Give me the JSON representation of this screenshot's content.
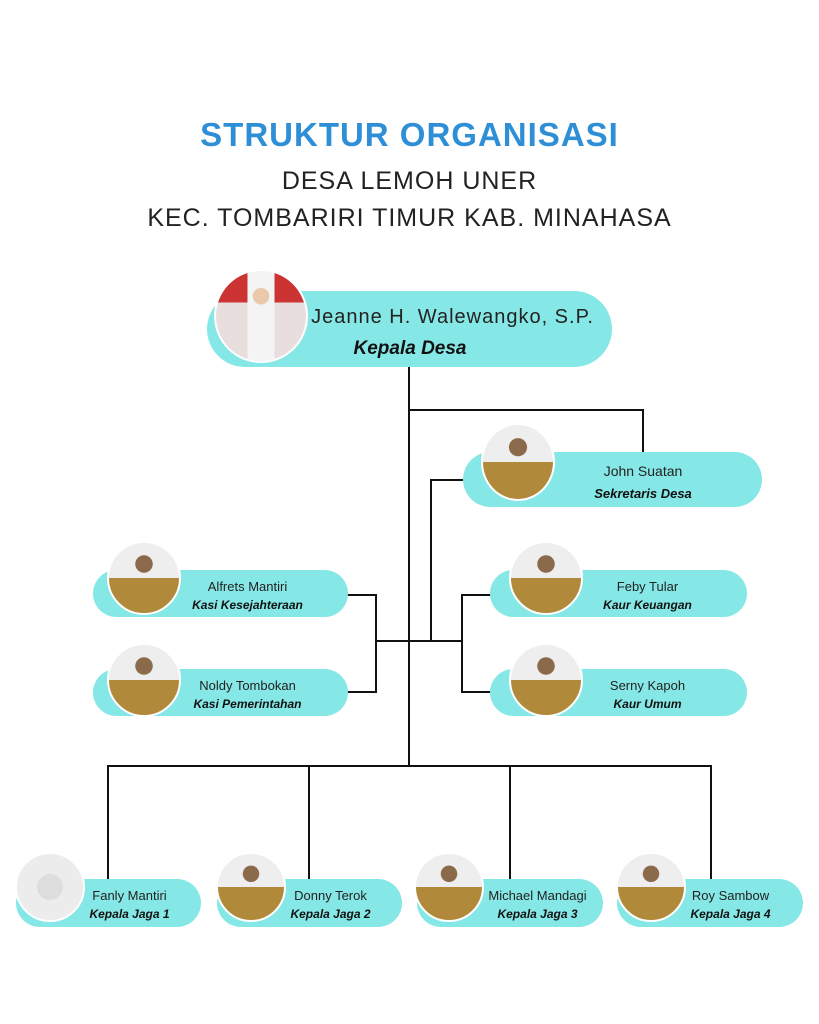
{
  "header": {
    "title": "STRUKTUR ORGANISASI",
    "subtitle1": "DESA LEMOH UNER",
    "subtitle2": "KEC. TOMBARIRI TIMUR KAB. MINAHASA"
  },
  "members": [
    {
      "name": "Jeanne H. Walewangko, S.P.",
      "role": "Kepala Desa"
    },
    {
      "name": "John Suatan",
      "role": "Sekretaris Desa"
    },
    {
      "name": "Alfrets Mantiri",
      "role": "Kasi Kesejahteraan"
    },
    {
      "name": "Noldy Tombokan",
      "role": "Kasi Pemerintahan"
    },
    {
      "name": "Feby Tular",
      "role": "Kaur Keuangan"
    },
    {
      "name": "Serny Kapoh",
      "role": "Kaur Umum"
    },
    {
      "name": "Fanly Mantiri",
      "role": "Kepala Jaga 1"
    },
    {
      "name": "Donny Terok",
      "role": "Kepala Jaga 2"
    },
    {
      "name": "Michael Mandagi",
      "role": "Kepala Jaga 3"
    },
    {
      "name": "Roy Sambow",
      "role": "Kepala Jaga 4"
    }
  ],
  "colors": {
    "title": "#2f8fd6",
    "pill": "#86e8e6"
  }
}
